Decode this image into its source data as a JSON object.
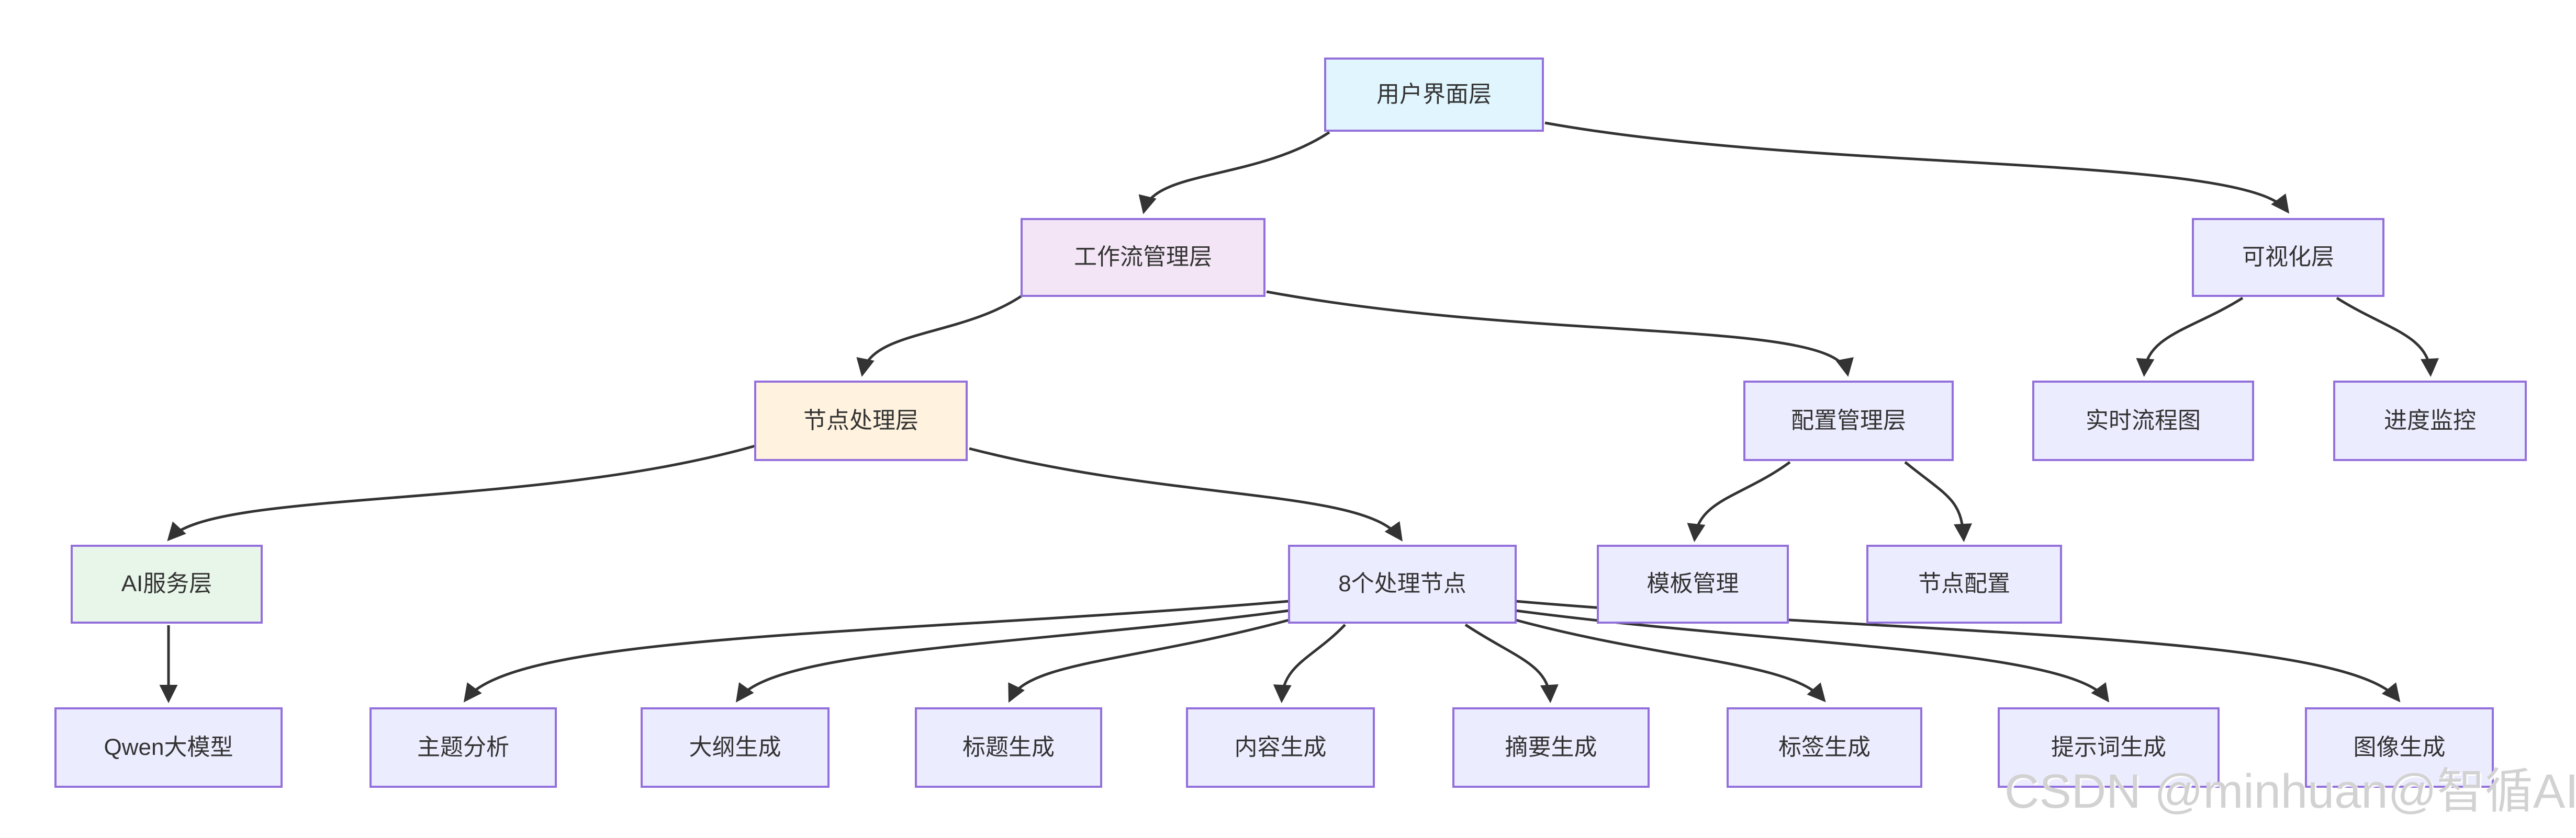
{
  "diagram": {
    "nodes": {
      "ui": "用户界面层",
      "workflow": "工作流管理层",
      "visualization": "可视化层",
      "node_layer": "节点处理层",
      "config": "配置管理层",
      "realtime": "实时流程图",
      "progress": "进度监控",
      "ai": "AI服务层",
      "nodes8": "8个处理节点",
      "template": "模板管理",
      "node_config": "节点配置",
      "qwen": "Qwen大模型",
      "topic": "主题分析",
      "outline": "大纲生成",
      "title": "标题生成",
      "content": "内容生成",
      "summary": "摘要生成",
      "tags": "标签生成",
      "prompt": "提示词生成",
      "image": "图像生成"
    },
    "edges": [
      {
        "from": "用户界面层",
        "to": "工作流管理层"
      },
      {
        "from": "用户界面层",
        "to": "可视化层"
      },
      {
        "from": "工作流管理层",
        "to": "节点处理层"
      },
      {
        "from": "工作流管理层",
        "to": "配置管理层"
      },
      {
        "from": "节点处理层",
        "to": "AI服务层"
      },
      {
        "from": "节点处理层",
        "to": "8个处理节点"
      },
      {
        "from": "配置管理层",
        "to": "模板管理"
      },
      {
        "from": "配置管理层",
        "to": "节点配置"
      },
      {
        "from": "可视化层",
        "to": "实时流程图"
      },
      {
        "from": "可视化层",
        "to": "进度监控"
      },
      {
        "from": "AI服务层",
        "to": "Qwen大模型"
      },
      {
        "from": "8个处理节点",
        "to": "主题分析"
      },
      {
        "from": "8个处理节点",
        "to": "大纲生成"
      },
      {
        "from": "8个处理节点",
        "to": "标题生成"
      },
      {
        "from": "8个处理节点",
        "to": "内容生成"
      },
      {
        "from": "8个处理节点",
        "to": "摘要生成"
      },
      {
        "from": "8个处理节点",
        "to": "标签生成"
      },
      {
        "from": "8个处理节点",
        "to": "提示词生成"
      },
      {
        "from": "8个处理节点",
        "to": "图像生成"
      }
    ]
  },
  "colors": {
    "node_border": "#9370DB",
    "edge": "#333333",
    "text": "#333333",
    "fill_default": "#ECECFF",
    "fill_ui": "#E1F5FE",
    "fill_workflow": "#F3E5F5",
    "fill_node_layer": "#FFF3E0",
    "fill_ai": "#E8F5E9"
  },
  "watermark": {
    "text": "CSDN @minhuan@智循AI",
    "color": "#d2d2d2"
  }
}
